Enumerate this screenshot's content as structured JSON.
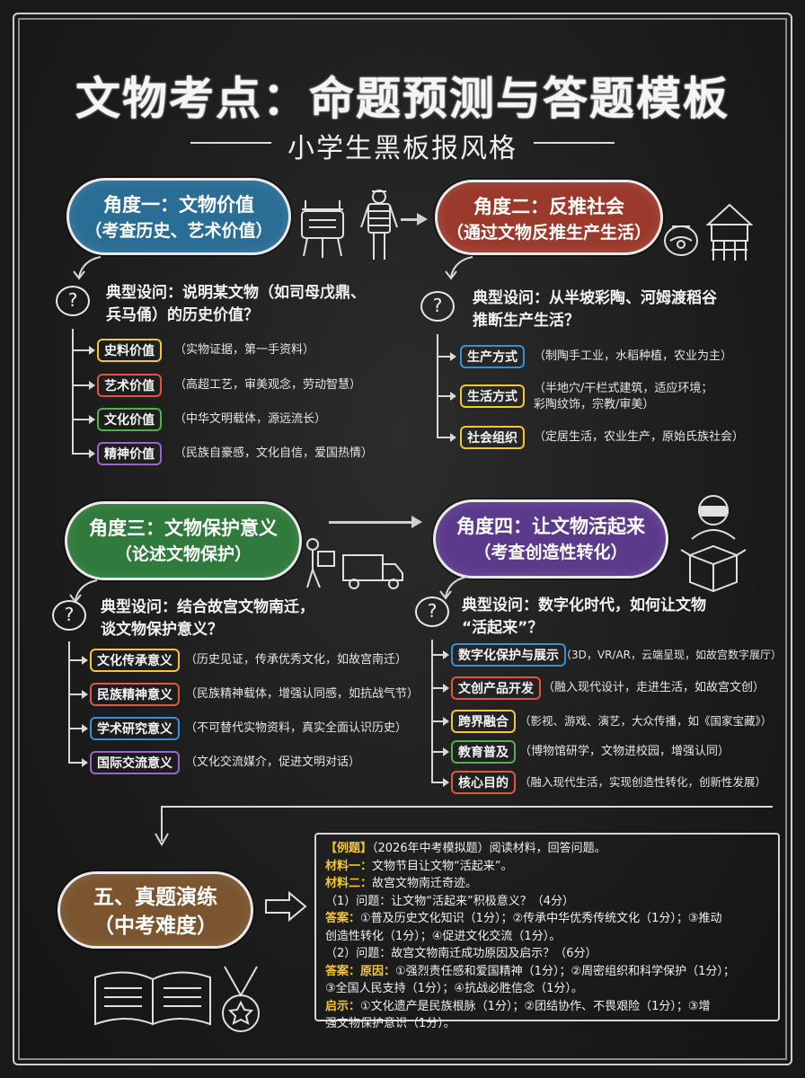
{
  "header": {
    "title": "文物考点：命题预测与答题模板",
    "subtitle": "小学生黑板报风格"
  },
  "angles": [
    {
      "title": "角度一：文物价值",
      "sub": "（考查历史、艺术价值）",
      "question": [
        "典型设问：说明某文物（如司母戊鼎、",
        "兵马俑）的历史价值？"
      ],
      "items": [
        {
          "tag": "史料价值",
          "desc": "（实物证据，第一手资料）"
        },
        {
          "tag": "艺术价值",
          "desc": "（高超工艺，审美观念，劳动智慧）"
        },
        {
          "tag": "文化价值",
          "desc": "（中华文明载体，源远流长）"
        },
        {
          "tag": "精神价值",
          "desc": "（民族自豪感，文化自信，爱国热情）"
        }
      ]
    },
    {
      "title": "角度二：反推社会",
      "sub": "（通过文物反推生产生活）",
      "question": [
        "典型设问：从半坡彩陶、河姆渡稻谷",
        "推断生产生活？"
      ],
      "items": [
        {
          "tag": "生产方式",
          "desc": "（制陶手工业，水稻种植，农业为主）"
        },
        {
          "tag": "生活方式",
          "desc": "（半地穴/干栏式建筑，适应环境；",
          "desc2": "彩陶纹饰，宗教/审美）"
        },
        {
          "tag": "社会组织",
          "desc": "（定居生活，农业生产，原始氏族社会）"
        }
      ]
    },
    {
      "title": "角度三：文物保护意义",
      "sub": "（论述文物保护）",
      "question": [
        "典型设问：结合故宫文物南迁，",
        "谈文物保护意义？"
      ],
      "items": [
        {
          "tag": "文化传承意义",
          "desc": "（历史见证，传承优秀文化，如故宫南迁）"
        },
        {
          "tag": "民族精神意义",
          "desc": "（民族精神载体，增强认同感，如抗战气节）"
        },
        {
          "tag": "学术研究意义",
          "desc": "（不可替代实物资料，真实全面认识历史）"
        },
        {
          "tag": "国际交流意义",
          "desc": "（文化交流媒介，促进文明对话）"
        }
      ]
    },
    {
      "title": "角度四：让文物活起来",
      "sub": "（考查创造性转化）",
      "question": [
        "典型设问：数字化时代，如何让文物",
        "“活起来”？"
      ],
      "items": [
        {
          "tag": "数字化保护与展示",
          "desc": "（3D，VR/AR，云端呈现，如故宫数字展厅）"
        },
        {
          "tag": "文创产品开发",
          "desc": "（融入现代设计，走进生活，如故宫文创）"
        },
        {
          "tag": "跨界融合",
          "desc": "（影视、游戏、演艺，大众传播，如《国家宝藏》）"
        },
        {
          "tag": "教育普及",
          "desc": "（博物馆研学，文物进校园，增强认同）"
        },
        {
          "tag": "核心目的",
          "desc": "（融入现代生活，实现创造性转化，创新性发展）"
        }
      ]
    }
  ],
  "practice": {
    "title": "五、真题演练",
    "sub": "（中考难度）",
    "lines": [
      {
        "label": "【例题】",
        "text": "（2026年中考模拟题）阅读材料，回答问题。"
      },
      {
        "label": "材料一：",
        "text": "文物节目让文物“活起来”。"
      },
      {
        "label": "材料二：",
        "text": "故宫文物南迁奇迹。"
      },
      {
        "label": "",
        "text": "（1）问题：让文物“活起来”积极意义？（4分）"
      },
      {
        "label": "答案：",
        "text": "①普及历史文化知识（1分）；②传承中华优秀传统文化（1分）；③推动"
      },
      {
        "label": "",
        "text": "创造性转化（1分）；④促进文化交流（1分）。"
      },
      {
        "label": "",
        "text": "（2）问题：故宫文物南迁成功原因及启示？（6分）"
      },
      {
        "label": "答案：原因：",
        "text": "①强烈责任感和爱国精神（1分）；②周密组织和科学保护（1分）；"
      },
      {
        "label": "",
        "text": "③全国人民支持（1分）；④抗战必胜信念（1分）。"
      },
      {
        "label": "启示：",
        "text": "①文化遗产是民族根脉（1分）；②团结协作、不畏艰险（1分）；③增"
      },
      {
        "label": "",
        "text": "强文物保护意识（1分）。"
      }
    ]
  },
  "colors": {
    "blue": "#2a6d95",
    "red": "#9b3a2c",
    "green": "#2f7a3c",
    "purple": "#5b3a8b",
    "brown": "#7a5530",
    "yellow": "#f2c833"
  },
  "icons": [
    "question-icon",
    "ding-icon",
    "warrior-icon",
    "pottery-icon",
    "stilt-house-icon",
    "delivery-icon",
    "truck-icon",
    "vr-person-icon",
    "box-icon",
    "book-icon",
    "medal-icon",
    "arrow-icon"
  ]
}
